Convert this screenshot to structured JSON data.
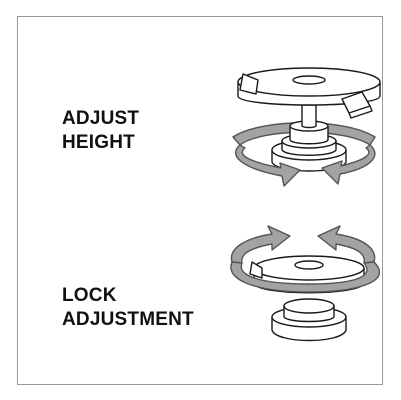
{
  "labels": {
    "adjust_height": {
      "line1": "ADJUST",
      "line2": "HEIGHT"
    },
    "lock_adjustment": {
      "line1": "LOCK",
      "line2": "ADJUSTMENT"
    }
  },
  "colors": {
    "arrow_fill": "#a3a3a3",
    "arrow_stroke": "#555555",
    "line": "#1a1a1a",
    "fill": "#ffffff"
  }
}
